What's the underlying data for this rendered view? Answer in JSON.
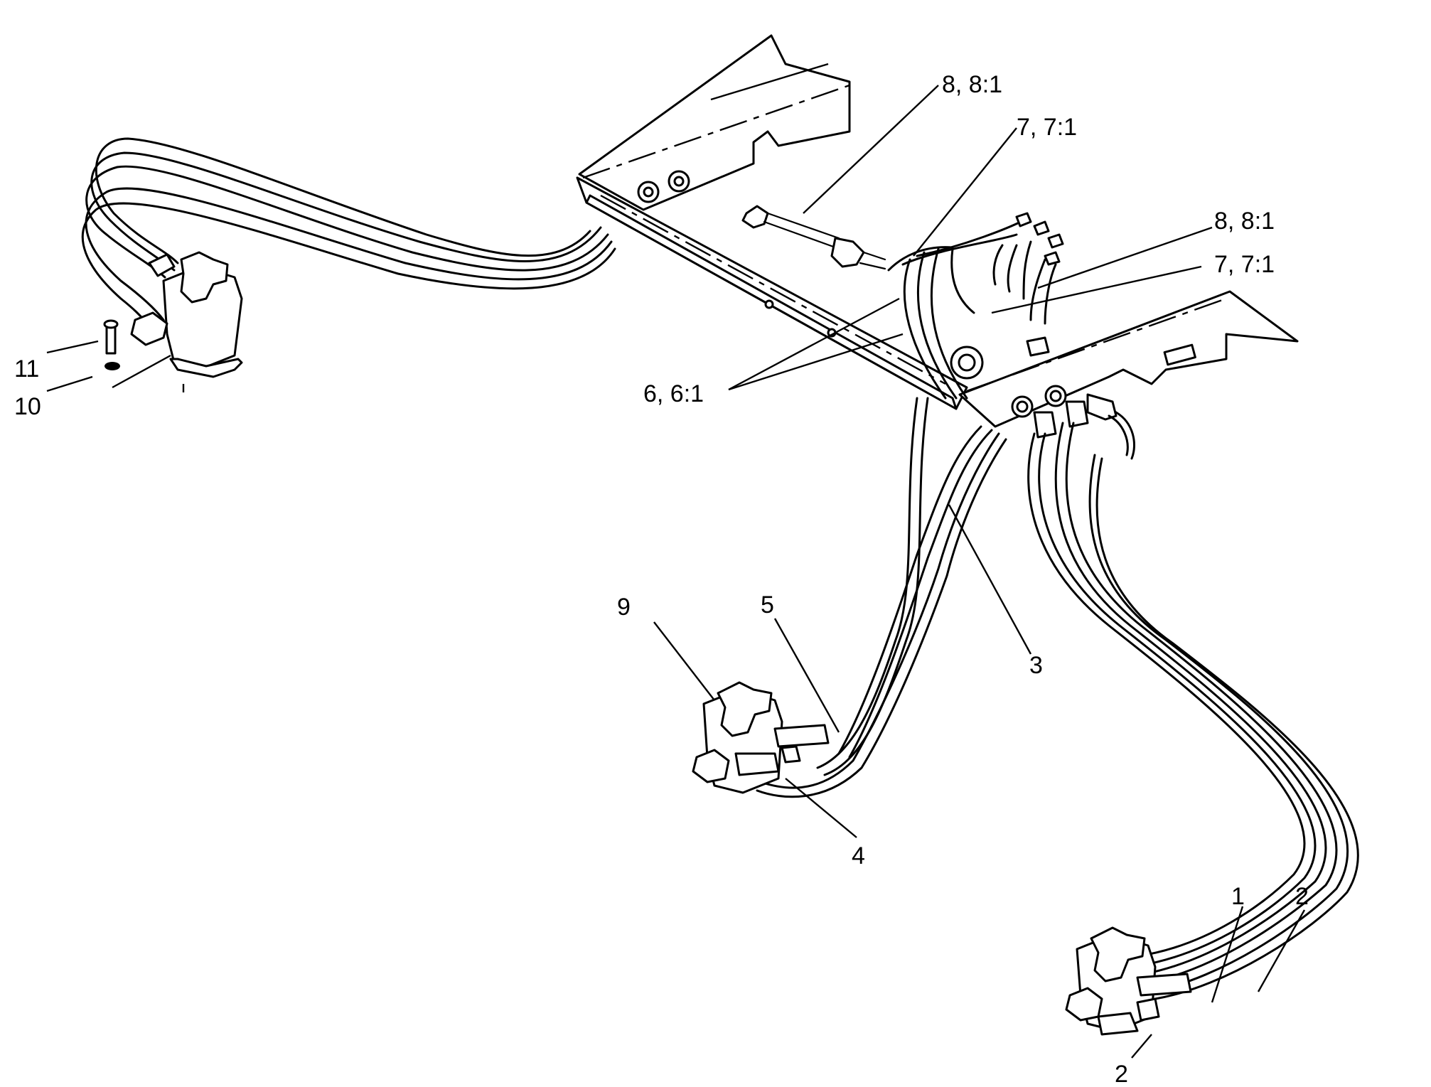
{
  "diagram": {
    "callouts": {
      "c1": "1",
      "c2a": "2",
      "c2b": "2",
      "c3": "3",
      "c4": "4",
      "c5": "5",
      "c6": "6, 6:1",
      "c7a": "7, 7:1",
      "c7b": "7, 7:1",
      "c8a": "8, 8:1",
      "c8b": "8, 8:1",
      "c9": "9",
      "c10": "10",
      "c11": "11"
    }
  }
}
